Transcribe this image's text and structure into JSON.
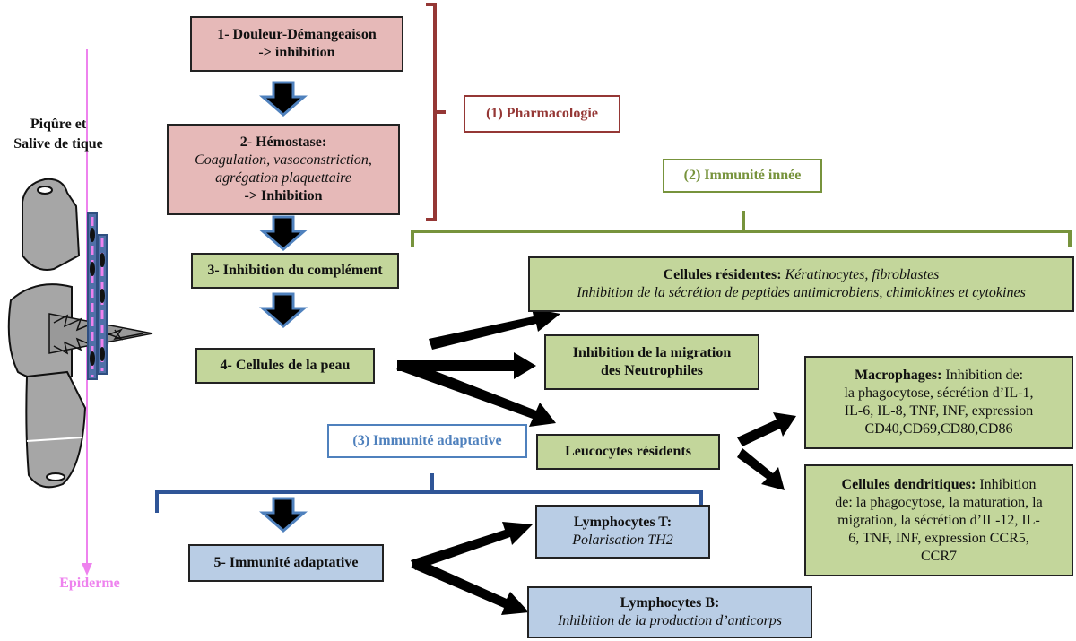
{
  "side": {
    "tick_label_line1": "Piqûre et",
    "tick_label_line2": "Salive de tique",
    "epiderme": "Epiderme"
  },
  "boxes": {
    "b1": {
      "line1": "1- Douleur-Démangeaison",
      "line2": "-> inhibition"
    },
    "b2": {
      "title": "2- Hémostase:",
      "line1": "Coagulation, vasoconstriction,",
      "line2": "agrégation plaquettaire",
      "line3": "-> Inhibition"
    },
    "b3": {
      "text": "3- Inhibition du complément"
    },
    "b4": {
      "text": "4- Cellules de la peau"
    },
    "b5": {
      "text": "5- Immunité adaptative"
    },
    "residentes": {
      "title": "Cellules résidentes:",
      "title_rest": "Kératinocytes, fibroblastes",
      "line2": "Inhibition de la sécrétion de peptides antimicrobiens, chimiokines et cytokines"
    },
    "neutro": {
      "line1": "Inhibition de la migration",
      "line2": "des Neutrophiles"
    },
    "leuco": {
      "text": "Leucocytes résidents"
    },
    "macro": {
      "title": "Macrophages:",
      "line1": "Inhibition de:",
      "line2": "la phagocytose, sécrétion d’IL-1,",
      "line3": "IL-6, IL-8, TNF, INF, expression",
      "line4": "CD40,CD69,CD80,CD86"
    },
    "dendri": {
      "title": "Cellules dendritiques:",
      "line1": "Inhibition",
      "line2": "de: la phagocytose, la maturation, la",
      "line3": "migration, la sécrétion d’IL-12, IL-",
      "line4": "6, TNF, INF, expression CCR5,",
      "line5": "CCR7"
    },
    "lymphT": {
      "title": "Lymphocytes T:",
      "line2": "Polarisation TH2"
    },
    "lymphB": {
      "title": "Lymphocytes B:",
      "line2": "Inhibition de la production d’anticorps"
    }
  },
  "labels": {
    "pharma": "(1) Pharmacologie",
    "innee": "(2) Immunité innée",
    "adapt": "(3) Immunité adaptative"
  },
  "colors": {
    "pink": "#e6b9b8",
    "green": "#c3d69b",
    "blue": "#b9cde5",
    "pharma": "#953735",
    "innee": "#77933c",
    "adapt": "#4f81bd",
    "epiderme": "#ee82ee"
  }
}
